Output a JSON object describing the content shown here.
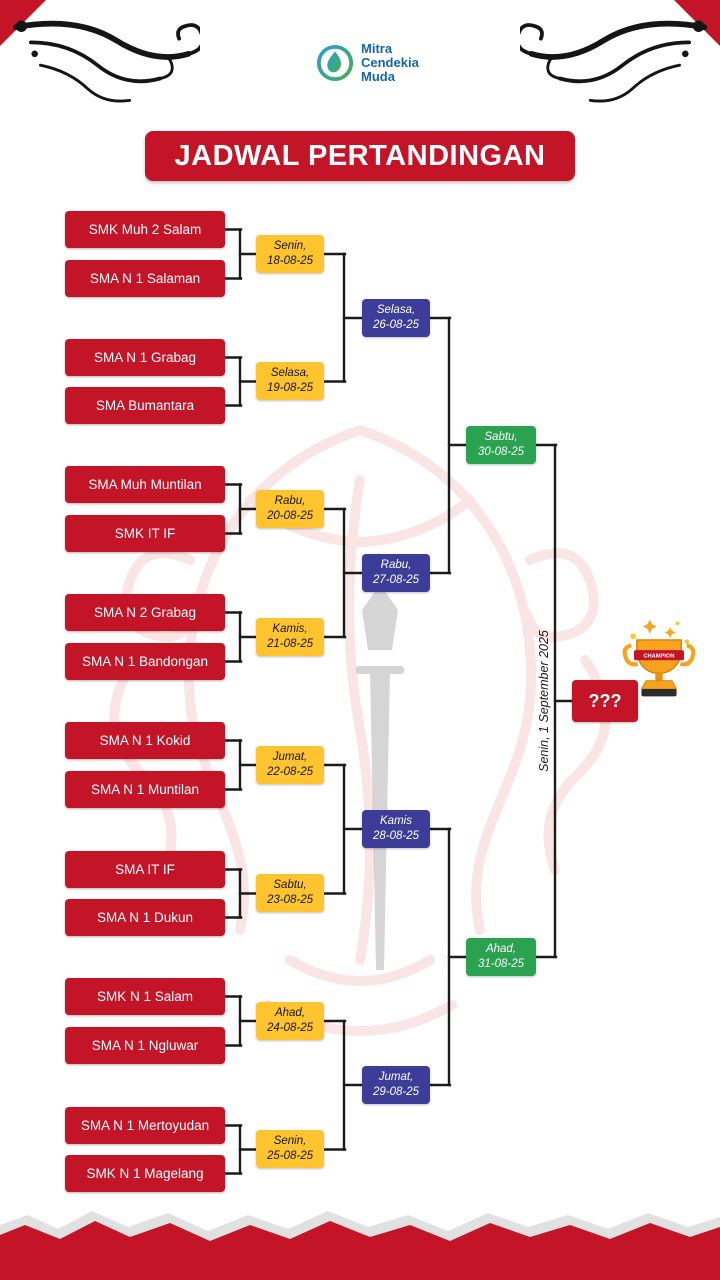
{
  "header": {
    "logo": {
      "lines": [
        "Mitra",
        "Cendekia",
        "Muda"
      ]
    },
    "title": "JADWAL PERTANDINGAN"
  },
  "bracket": {
    "round1": [
      {
        "team1": "SMK Muh 2 Salam",
        "team2": "SMA N 1 Salaman",
        "day": "Senin,",
        "date": "18-08-25"
      },
      {
        "team1": "SMA N 1 Grabag",
        "team2": "SMA Bumantara",
        "day": "Selasa,",
        "date": "19-08-25"
      },
      {
        "team1": "SMA Muh Muntilan",
        "team2": "SMK IT IF",
        "day": "Rabu,",
        "date": "20-08-25"
      },
      {
        "team1": "SMA N 2 Grabag",
        "team2": "SMA N 1 Bandongan",
        "day": "Kamis,",
        "date": "21-08-25"
      },
      {
        "team1": "SMA N 1 Kokid",
        "team2": "SMA N 1 Muntilan",
        "day": "Jumat,",
        "date": "22-08-25"
      },
      {
        "team1": "SMA IT IF",
        "team2": "SMA N 1 Dukun",
        "day": "Sabtu,",
        "date": "23-08-25"
      },
      {
        "team1": "SMK N 1 Salam",
        "team2": "SMA N 1 Ngluwar",
        "day": "Ahad,",
        "date": "24-08-25"
      },
      {
        "team1": "SMA N 1 Mertoyudan",
        "team2": "SMK N 1 Magelang",
        "day": "Senin,",
        "date": "25-08-25"
      }
    ],
    "round2": [
      {
        "day": "Selasa,",
        "date": "26-08-25"
      },
      {
        "day": "Rabu,",
        "date": "27-08-25"
      },
      {
        "day": "Kamis",
        "date": "28-08-25"
      },
      {
        "day": "Jumat,",
        "date": "29-08-25"
      }
    ],
    "round3": [
      {
        "day": "Sabtu,",
        "date": "30-08-25"
      },
      {
        "day": "Ahad,",
        "date": "31-08-25"
      }
    ],
    "final": {
      "placeholder": "???",
      "date_label": "Senin, 1 September 2025"
    },
    "trophy_banner": "CHAMPION"
  },
  "colors": {
    "red": "#C31527",
    "yellow": "#FFC42E",
    "blue": "#3C3D99",
    "green": "#2BA24F",
    "logo_blue": "#1566A9"
  }
}
